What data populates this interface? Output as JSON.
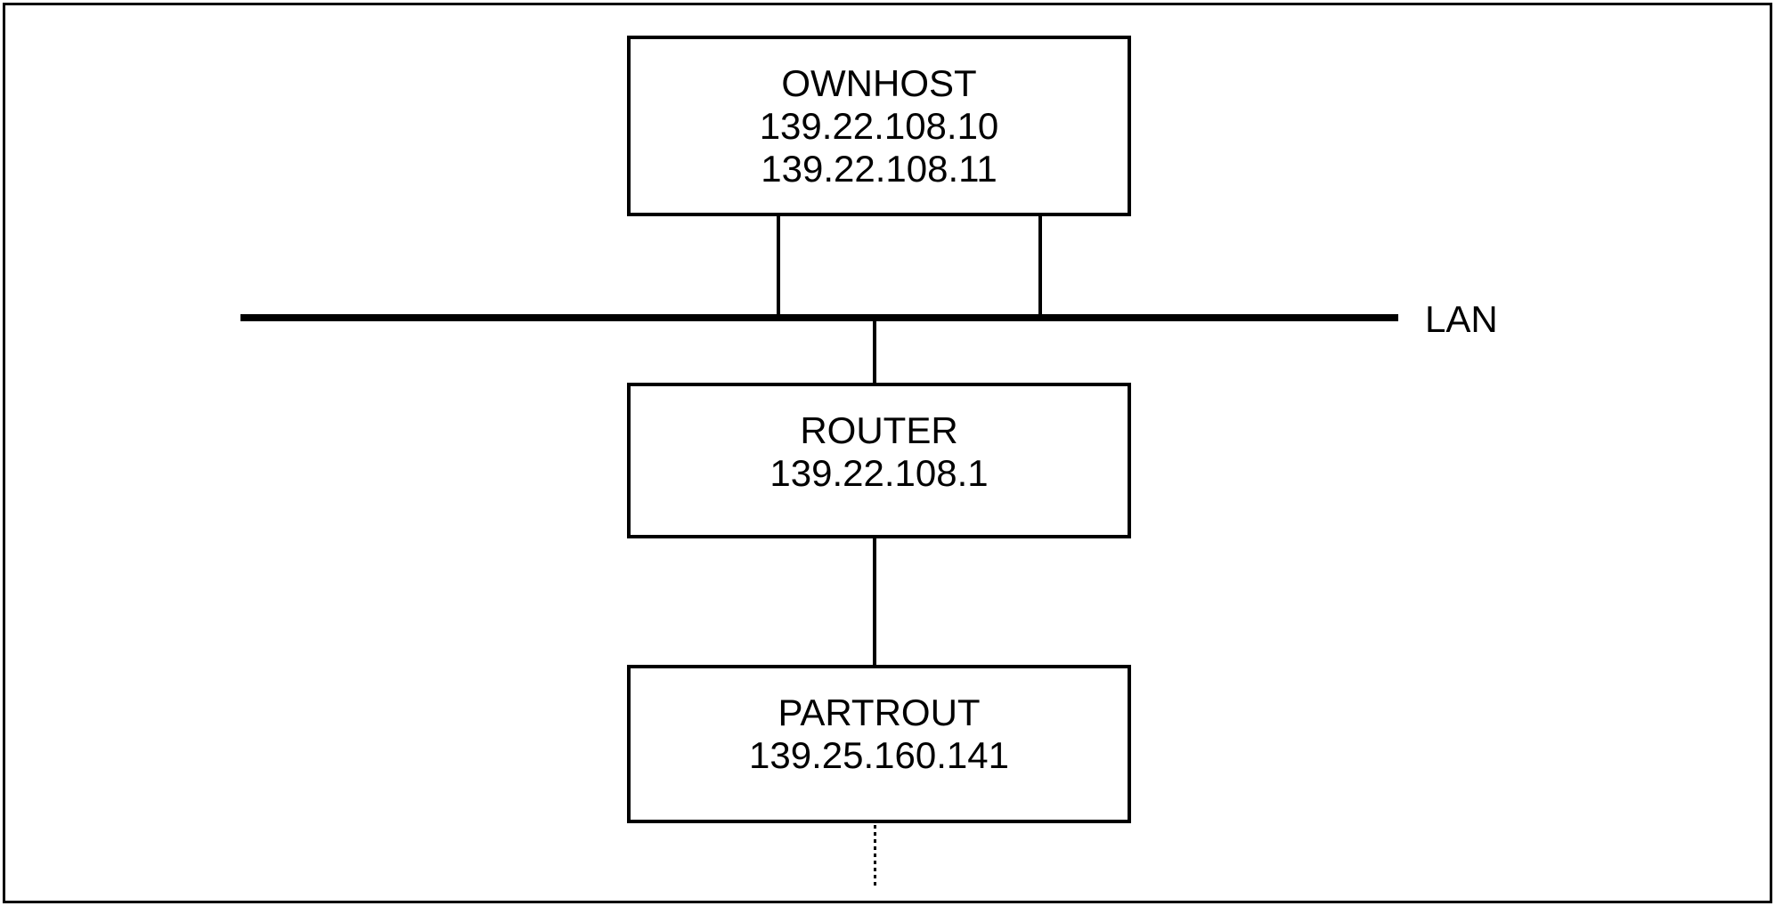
{
  "diagram": {
    "title": "network-topology",
    "colors": {
      "line": "#000000",
      "background": "#ffffff"
    },
    "lan": {
      "label": "LAN"
    },
    "nodes": [
      {
        "id": "ownhost",
        "title": "OWNHOST",
        "lines": [
          "139.22.108.10",
          "139.22.108.11"
        ]
      },
      {
        "id": "router",
        "title": "ROUTER",
        "lines": [
          "139.22.108.1"
        ]
      },
      {
        "id": "partrout",
        "title": "PARTROUT",
        "lines": [
          "139.25.160.141"
        ]
      }
    ]
  }
}
